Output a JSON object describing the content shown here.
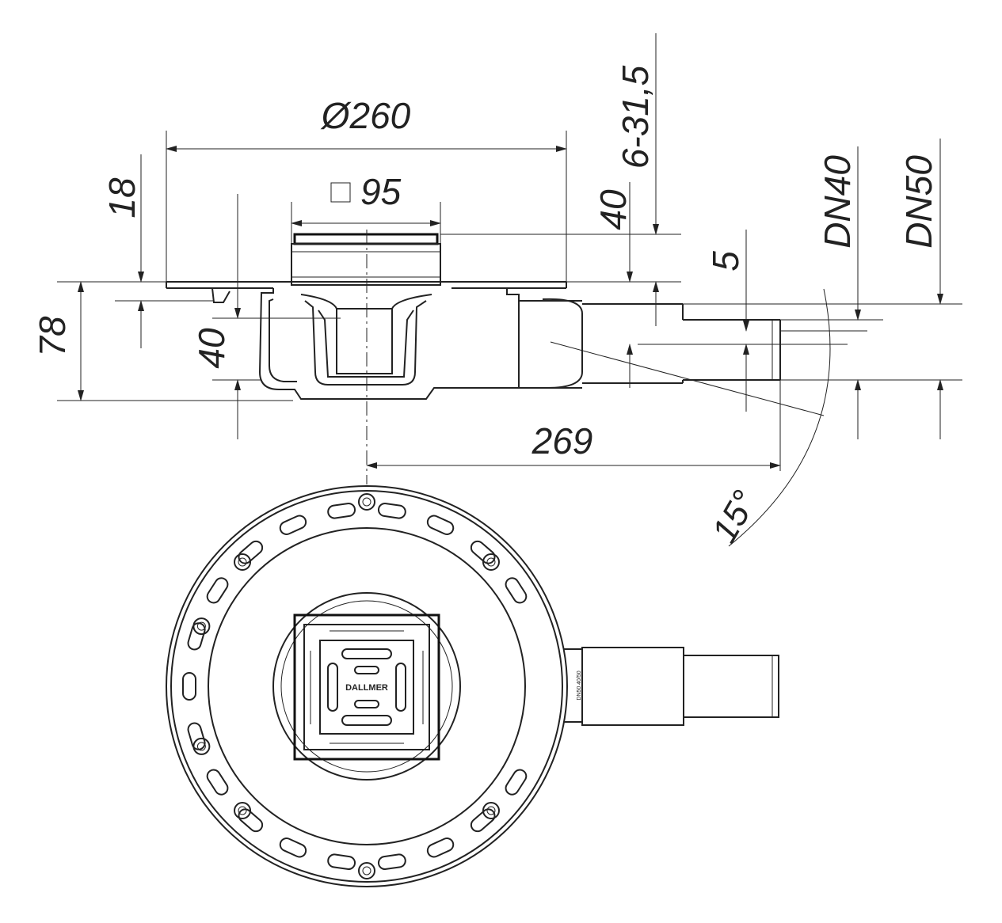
{
  "drawing": {
    "dimensions": {
      "diameter": "Ø260",
      "grate_square": "95",
      "height_top_left": "18",
      "total_height": "78",
      "socket_depth": "40",
      "outlet_height": "40",
      "adjust_range": "6-31,5",
      "step": "5",
      "dn40": "DN40",
      "dn50": "DN50",
      "outlet_length": "269",
      "angle": "15°"
    },
    "logo_text": "DALLMER",
    "stamp_text": "DN50 40/50"
  }
}
